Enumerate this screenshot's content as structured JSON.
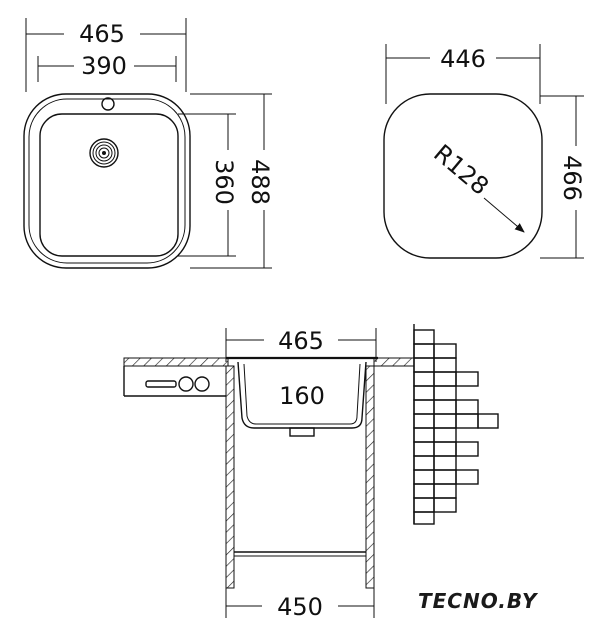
{
  "top_view": {
    "outer_width": "465",
    "bowl_width": "390",
    "bowl_depth": "360",
    "outer_depth": "488"
  },
  "cutout": {
    "width": "446",
    "radius": "R128",
    "depth": "466"
  },
  "section": {
    "top_width": "465",
    "bowl_height": "160",
    "cabinet_width": "450"
  },
  "watermark": {
    "text": "TECNO.BY"
  }
}
